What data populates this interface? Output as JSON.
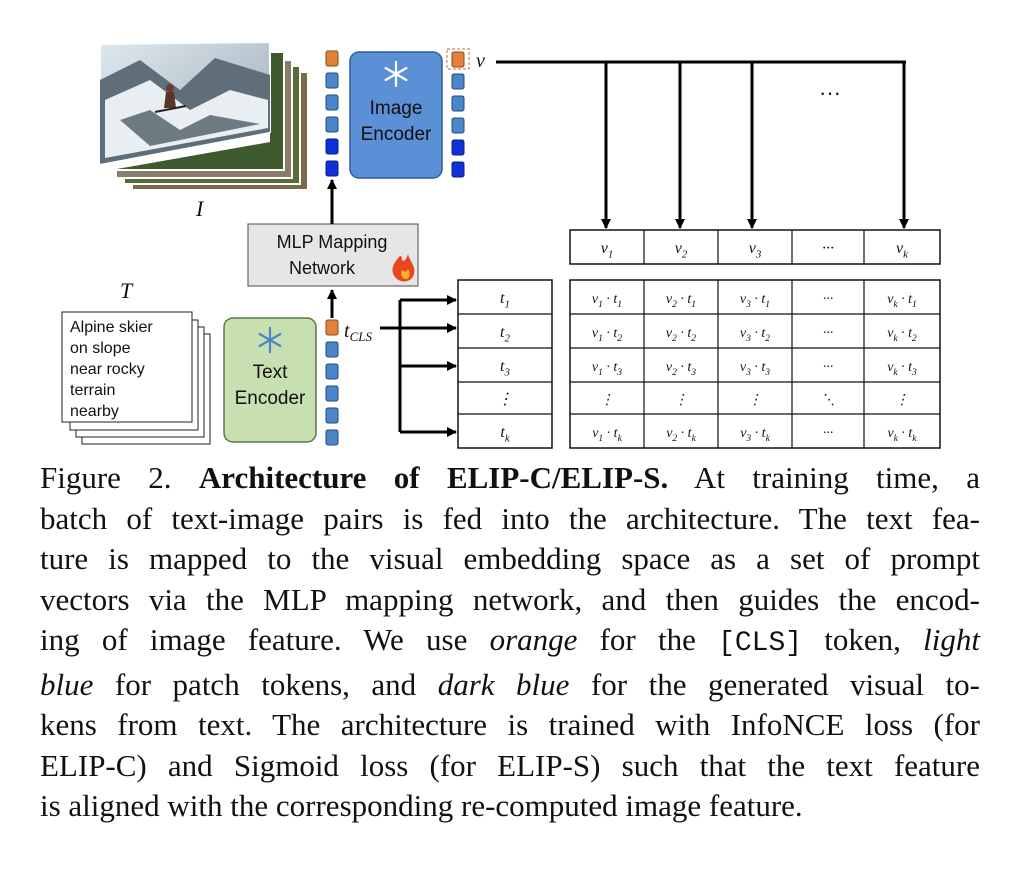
{
  "figure": {
    "image_label": "I",
    "text_label": "T",
    "text_lines": [
      "Alpine skier",
      "on slope",
      "near rocky",
      "terrain",
      "nearby"
    ],
    "image_encoder": [
      "Image",
      "Encoder"
    ],
    "text_encoder": [
      "Text",
      "Encoder"
    ],
    "mlp": [
      "MLP Mapping",
      "Network"
    ],
    "v_label": "v",
    "tcls": "t",
    "tcls_sub": "CLS",
    "ellipsis": "···",
    "icons": {
      "frozen": "snowflake-icon",
      "trainable": "fire-icon"
    },
    "colors": {
      "orange": "#e0823a",
      "light_blue": "#4a86c8",
      "dark_blue": "#1030d8",
      "encoder_fill": "#5b8fd6",
      "text_encoder_fill": "#c8dfb2",
      "mlp_fill": "#e6e6e6"
    },
    "v_header": [
      "v1",
      "v2",
      "v3",
      "···",
      "vk"
    ],
    "t_labels": [
      "t1",
      "t2",
      "t3",
      "⋮",
      "tk"
    ],
    "matrix": [
      [
        "v1 · t1",
        "v2 · t1",
        "v3 · t1",
        "···",
        "vk · t1"
      ],
      [
        "v1 · t2",
        "v2 · t2",
        "v3 · t2",
        "···",
        "vk · t2"
      ],
      [
        "v1 · t3",
        "v2 · t3",
        "v3 · t3",
        "···",
        "vk · t3"
      ],
      [
        "⋮",
        "⋮",
        "⋮",
        "⋱",
        "⋮"
      ],
      [
        "v1 · tk",
        "v2 · tk",
        "v3 · tk",
        "···",
        "vk · tk"
      ]
    ]
  },
  "caption": {
    "l1a": "Figure 2.  ",
    "l1b": "Architecture of ELIP-C/ELIP-S.",
    "l1c": " At training time, a",
    "l2": "batch of text-image pairs is fed into the architecture. The text fea-",
    "l3": "ture is mapped to the visual embedding space as a set of prompt",
    "l4": "vectors via the MLP mapping network, and then guides the encod-",
    "l5a": "ing of image feature.  We use ",
    "l5b": "orange",
    "l5c": " for the ",
    "l5d": "[CLS]",
    "l5e": " token, ",
    "l5f": "light",
    "l6a": "blue",
    "l6b": " for patch tokens, and ",
    "l6c": "dark blue",
    "l6d": " for the generated visual to-",
    "l7": "kens from text. The architecture is trained with InfoNCE loss (for",
    "l8": "ELIP-C) and Sigmoid loss (for ELIP-S) such that the text feature",
    "l9": "is aligned with the corresponding re-computed image feature."
  }
}
